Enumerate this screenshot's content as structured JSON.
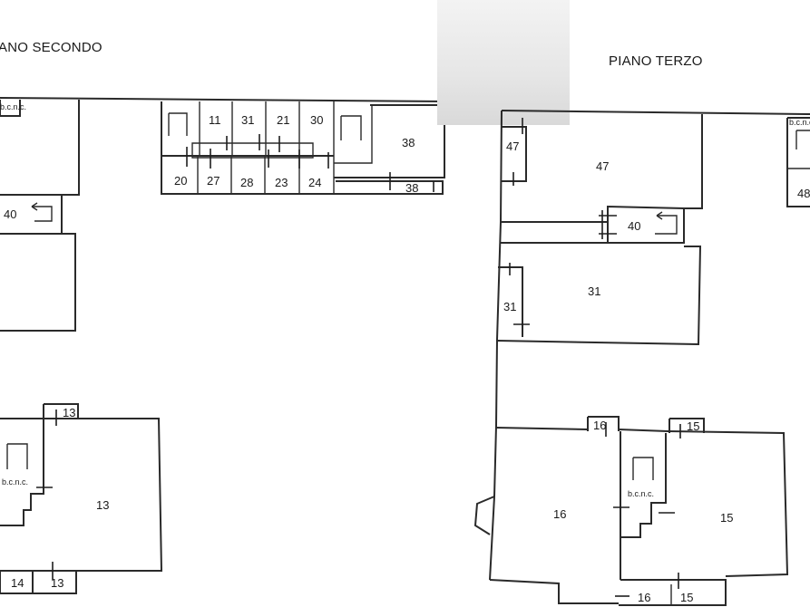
{
  "floors": {
    "second": {
      "title": "ANO SECONDO"
    },
    "third": {
      "title": "PIANO TERZO"
    }
  },
  "common_area_label": "b.c.n.c.",
  "rooms_second": {
    "top_row": [
      "11",
      "31",
      "21",
      "30"
    ],
    "bottom_row": [
      "20",
      "27",
      "28",
      "23",
      "24"
    ],
    "room_38": "38",
    "room_38_strip": "38",
    "room_40": "40",
    "room_13": "13",
    "room_13_top": "13",
    "room_14_bottom": "14",
    "room_13_bottom": "13"
  },
  "rooms_third": {
    "room_47": "47",
    "room_47_small": "47",
    "room_48": "48",
    "room_40": "40",
    "room_31": "31",
    "room_31_small": "31",
    "room_16": "16",
    "room_16_top": "16",
    "room_16_bottom": "16",
    "room_15": "15",
    "room_15_top": "15",
    "room_15_bottom": "15"
  }
}
